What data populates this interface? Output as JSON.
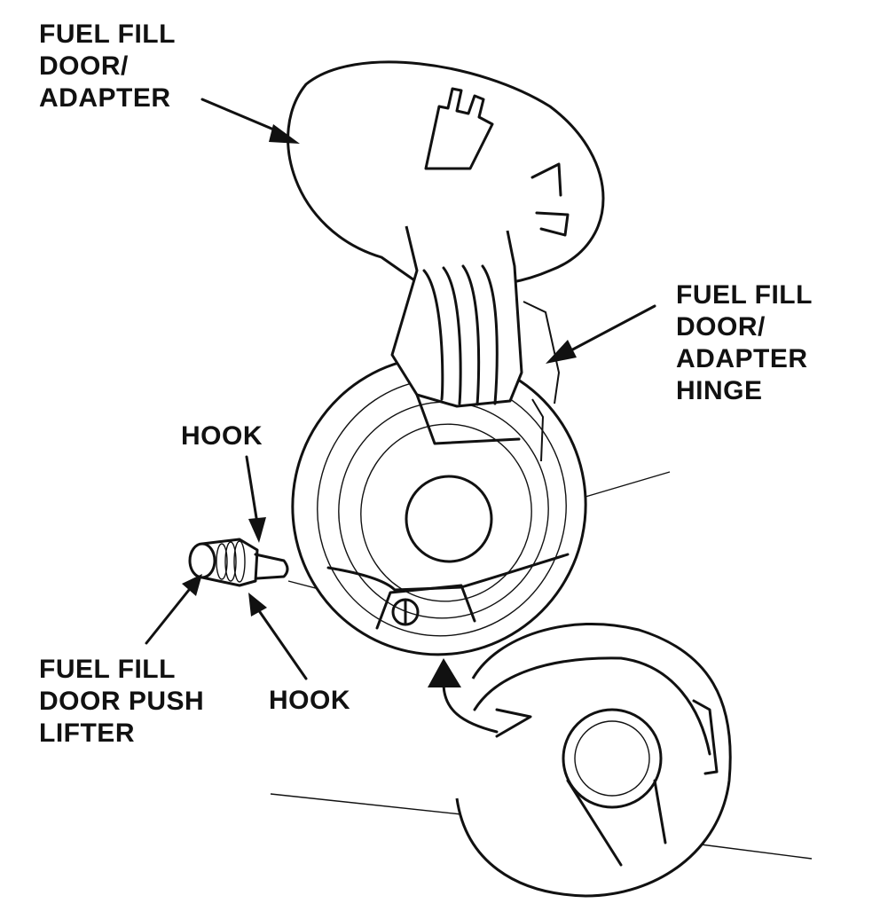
{
  "labels": {
    "fuel_fill_door": [
      "FUEL FILL",
      "DOOR/",
      "ADAPTER"
    ],
    "fuel_fill_door_hinge": [
      "FUEL FILL",
      "DOOR/",
      "ADAPTER",
      "HINGE"
    ],
    "hook_top": "HOOK",
    "hook_bottom": "HOOK",
    "push_lifter": [
      "FUEL FILL",
      "DOOR PUSH",
      "LIFTER"
    ]
  },
  "colors": {
    "line": "#111111",
    "background": "#ffffff"
  }
}
